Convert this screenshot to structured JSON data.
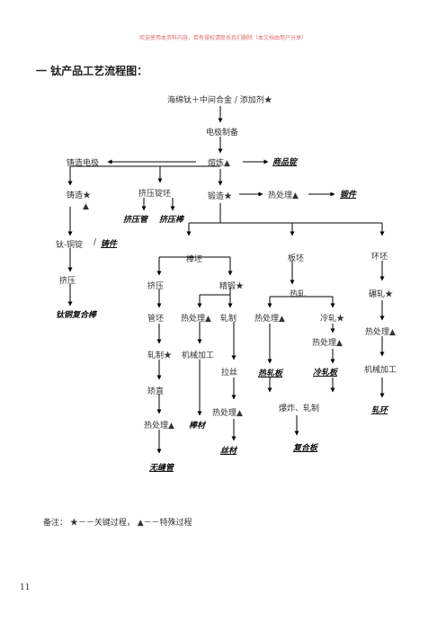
{
  "banner": "欢迎使用本资料内容，若有侵权请联系我们删除（本文档由用户分享）",
  "heading": "一  钛产品工艺流程图：",
  "flow": {
    "raw": "海绵钛＋中间合金 / 添加剂★",
    "electrode": "电极制备",
    "cast_electrode": "铸造电极",
    "melting": "熔炼▲",
    "commercial_ingot": "商品锭",
    "casting": "铸造★",
    "casting_mark": "▲",
    "extrude_billet": "挤压锭坯",
    "forging": "锻造★",
    "heat_treat_1": "热处理▲",
    "forgings": "锻件",
    "extruded_tube": "挤压管",
    "extruded_rod": "挤压棒",
    "ti_cu_ingot": "钛-铜锭",
    "slash": "/",
    "castings": "铸件",
    "extrusion": "挤压",
    "ti_cu_rod": "钛铜复合棒",
    "bar_billet": "棒坯",
    "plate_billet": "板坯",
    "ring_billet": "环坯",
    "extrude_2": "挤压",
    "finish_forge": "精锻★",
    "hot_roll": "热轧",
    "ring_roll": "碾轧★",
    "tube_billet": "管坯",
    "heat_treat_2": "热处理▲",
    "rolling": "轧制",
    "heat_treat_3": "热处理▲",
    "cold_roll": "冷轧★",
    "heat_treat_4": "热处理▲",
    "roll_2": "轧制★",
    "machining_1": "机械加工",
    "heat_treat_5": "热处理▲",
    "machining_2": "机械加工",
    "drawing": "拉丝",
    "hot_plate": "热轧板",
    "cold_plate": "冷轧板",
    "straighten": "矫直",
    "explosion_roll": "爆炸、轧制",
    "rolled_ring": "轧环",
    "heat_treat_6": "热处理▲",
    "rod": "棒材",
    "heat_treat_7": "热处理▲",
    "wire": "丝材",
    "clad_plate": "复合板",
    "seamless_tube": "无缝管"
  },
  "note": "备注：    ★－－关键过程，    ▲－－特殊过程",
  "page_number": "11"
}
